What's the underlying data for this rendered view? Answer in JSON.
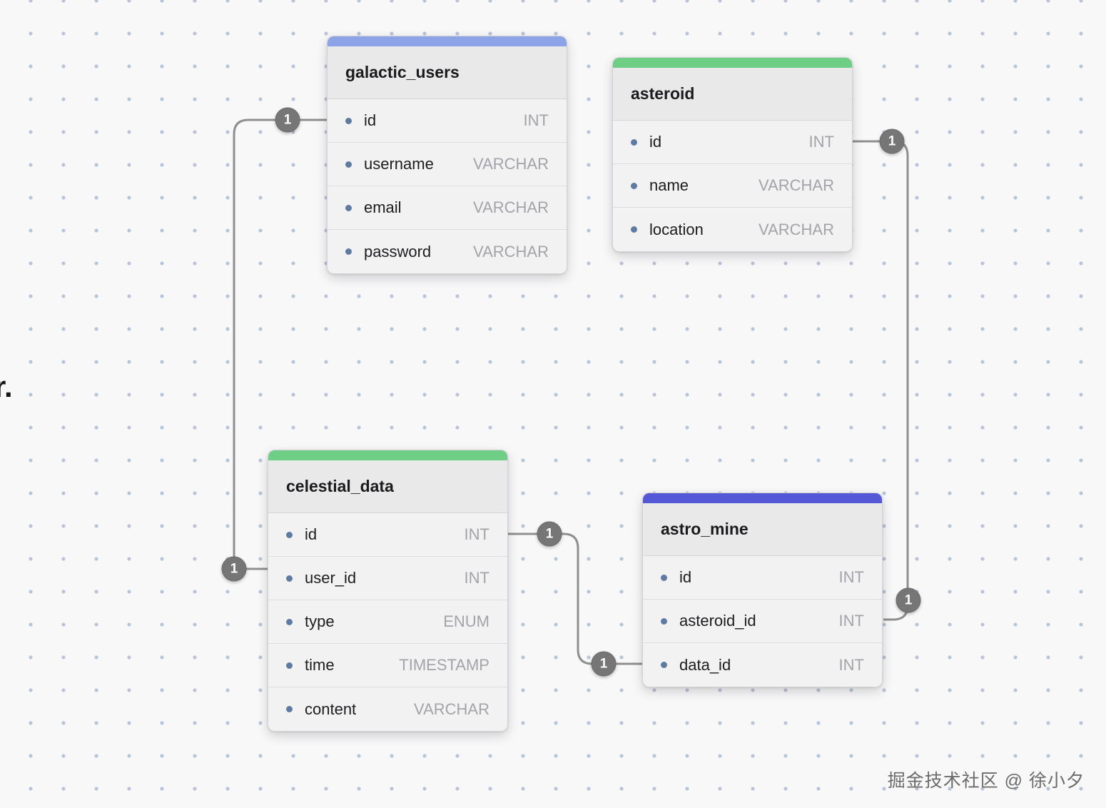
{
  "canvas": {
    "background_color": "#f8f8f9",
    "dot_color": "#b7c5d8",
    "edge_text": "r.",
    "watermark": "掘金技术社区 @ 徐小夕"
  },
  "colors": {
    "accent_blue": "#8CA3E8",
    "accent_green": "#6FCE85",
    "accent_indigo": "#5558D6",
    "connector_line": "#8f8f8f",
    "connector_circle": "#767676"
  },
  "tables": [
    {
      "title": "galactic_users",
      "accent_color": "#8CA3E8",
      "fields": [
        {
          "name": "id",
          "type": "INT"
        },
        {
          "name": "username",
          "type": "VARCHAR"
        },
        {
          "name": "email",
          "type": "VARCHAR"
        },
        {
          "name": "password",
          "type": "VARCHAR"
        }
      ]
    },
    {
      "title": "asteroid",
      "accent_color": "#6FCE85",
      "fields": [
        {
          "name": "id",
          "type": "INT"
        },
        {
          "name": "name",
          "type": "VARCHAR"
        },
        {
          "name": "location",
          "type": "VARCHAR"
        }
      ]
    },
    {
      "title": "celestial_data",
      "accent_color": "#6FCE85",
      "fields": [
        {
          "name": "id",
          "type": "INT"
        },
        {
          "name": "user_id",
          "type": "INT"
        },
        {
          "name": "type",
          "type": "ENUM"
        },
        {
          "name": "time",
          "type": "TIMESTAMP"
        },
        {
          "name": "content",
          "type": "VARCHAR"
        }
      ]
    },
    {
      "title": "astro_mine",
      "accent_color": "#5558D6",
      "fields": [
        {
          "name": "id",
          "type": "INT"
        },
        {
          "name": "asteroid_id",
          "type": "INT"
        },
        {
          "name": "data_id",
          "type": "INT"
        }
      ]
    }
  ],
  "relationships": [
    {
      "from": "galactic_users.id",
      "to": "celestial_data.user_id",
      "from_label": "1",
      "to_label": "1"
    },
    {
      "from": "asteroid.id",
      "to": "astro_mine.asteroid_id",
      "from_label": "1",
      "to_label": "1"
    },
    {
      "from": "celestial_data.id",
      "to": "astro_mine.data_id",
      "from_label": "1",
      "to_label": "1"
    }
  ]
}
